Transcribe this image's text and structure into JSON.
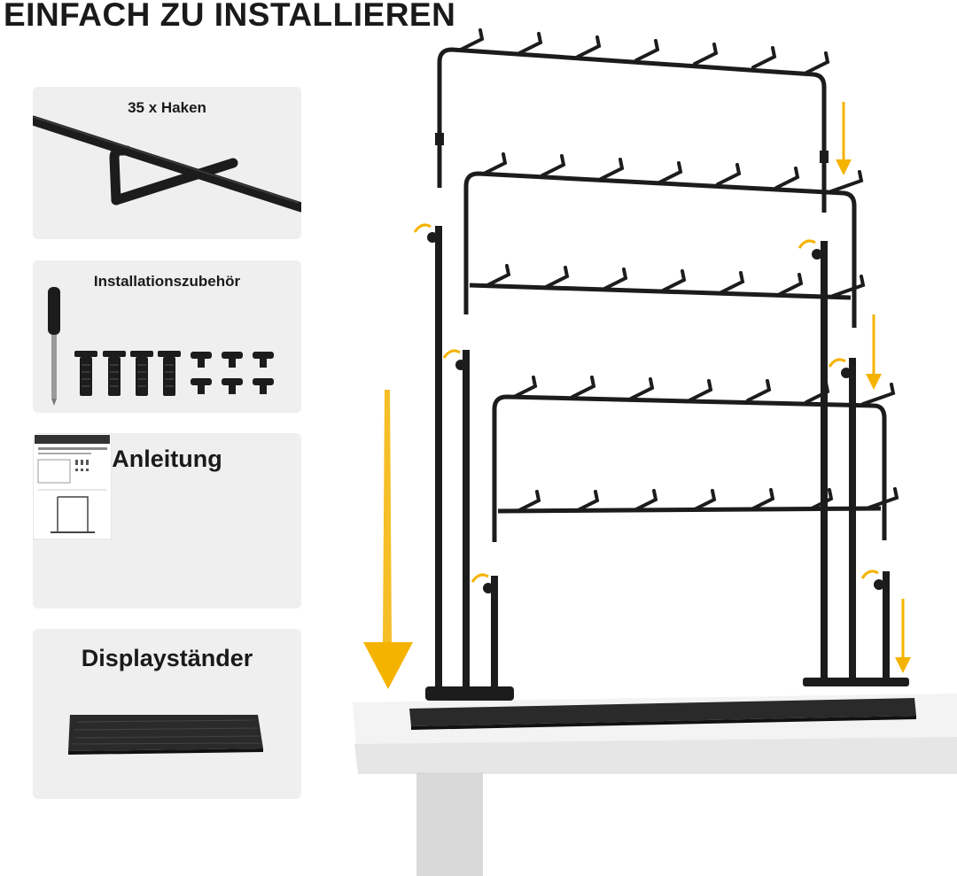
{
  "page": {
    "title": "EINFACH ZU INSTALLIEREN"
  },
  "cards": [
    {
      "id": "hooks",
      "label": "35 x Haken"
    },
    {
      "id": "accessories",
      "label": "Installationszubehör"
    },
    {
      "id": "manual",
      "label": "Anleitung"
    },
    {
      "id": "display-stand",
      "label": "Displayständer"
    }
  ],
  "colors": {
    "accent_arrow": "#f5b301",
    "metal": "#1c1c1c",
    "card_bg": "#efefef",
    "table": "#f1f1f1"
  }
}
